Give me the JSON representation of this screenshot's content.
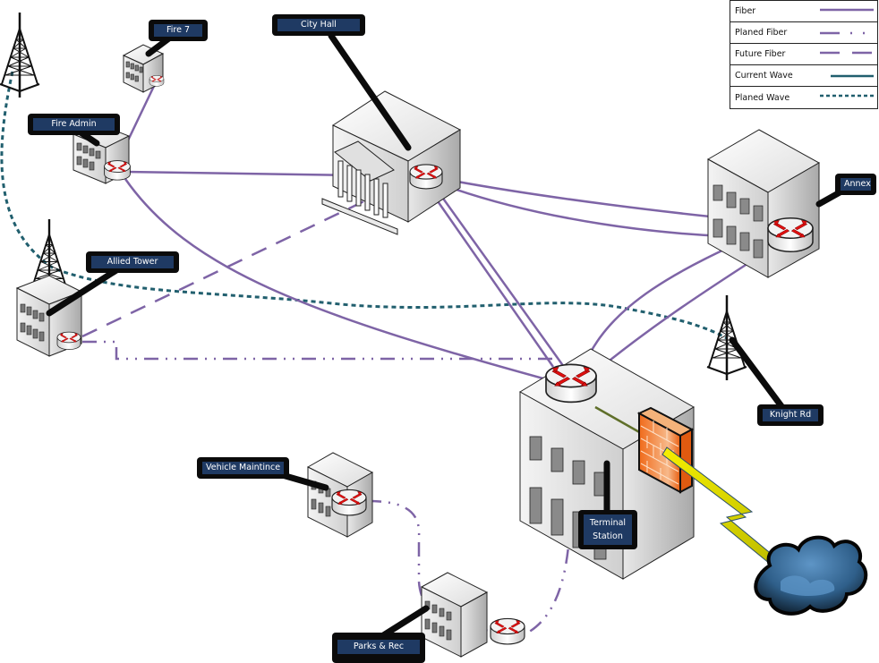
{
  "diagram": {
    "title": "City network topology",
    "colors": {
      "fiber": "#7e64a6",
      "wave": "#215f6e",
      "label_bg": "#1f3a63",
      "label_border": "#0b0b0b",
      "firewall": "#f07a2a",
      "lightning": "#f2ec00",
      "cloud": "#3b6f9c",
      "router_arrow": "#e01010"
    },
    "nodes": [
      {
        "id": "fire7",
        "label": "Fire 7",
        "type": "building-small"
      },
      {
        "id": "fire_admin",
        "label": "Fire Admin",
        "type": "building"
      },
      {
        "id": "city_hall",
        "label": "City Hall",
        "type": "government-building"
      },
      {
        "id": "annex",
        "label": "Annex",
        "type": "building-large"
      },
      {
        "id": "allied_tower",
        "label": "Allied Tower",
        "type": "building-with-tower"
      },
      {
        "id": "knight_rd",
        "label": "Knight Rd",
        "type": "radio-tower"
      },
      {
        "id": "terminal_station",
        "label": "Terminal\nStation",
        "type": "building-large-with-firewall"
      },
      {
        "id": "vehicle_maint",
        "label": "Vehicle Maintince",
        "type": "building"
      },
      {
        "id": "parks_rec",
        "label": "Parks & Rec",
        "type": "building"
      },
      {
        "id": "remote_tower",
        "label": "",
        "type": "radio-tower"
      },
      {
        "id": "internet",
        "label": "",
        "type": "cloud"
      }
    ],
    "links": [
      {
        "from": "fire7",
        "to": "fire_admin",
        "type": "Fiber"
      },
      {
        "from": "fire_admin",
        "to": "city_hall",
        "type": "Fiber"
      },
      {
        "from": "fire_admin",
        "to": "terminal_station",
        "type": "Fiber"
      },
      {
        "from": "city_hall",
        "to": "annex",
        "type": "Fiber"
      },
      {
        "from": "city_hall",
        "to": "annex",
        "type": "Fiber"
      },
      {
        "from": "city_hall",
        "to": "terminal_station",
        "type": "Fiber"
      },
      {
        "from": "city_hall",
        "to": "terminal_station",
        "type": "Fiber"
      },
      {
        "from": "annex",
        "to": "terminal_station",
        "type": "Fiber"
      },
      {
        "from": "annex",
        "to": "terminal_station",
        "type": "Fiber"
      },
      {
        "from": "allied_tower",
        "to": "city_hall",
        "type": "Future Fiber"
      },
      {
        "from": "allied_tower",
        "to": "terminal_station",
        "type": "Planed Fiber"
      },
      {
        "from": "terminal_station",
        "to": "parks_rec",
        "type": "Planed Fiber"
      },
      {
        "from": "vehicle_maint",
        "to": "parks_rec",
        "type": "Planed Fiber"
      },
      {
        "from": "remote_tower",
        "to": "knight_rd",
        "type": "Planed Wave"
      },
      {
        "from": "terminal_station",
        "to": "internet",
        "type": "WAN"
      }
    ]
  },
  "legend": {
    "items": [
      {
        "label": "Fiber",
        "style": "solid",
        "color": "#7e64a6"
      },
      {
        "label": "Planed Fiber",
        "style": "dash-dot-dot",
        "color": "#7e64a6"
      },
      {
        "label": "Future Fiber",
        "style": "long-dash",
        "color": "#7e64a6"
      },
      {
        "label": "Current Wave",
        "style": "solid",
        "color": "#215f6e"
      },
      {
        "label": "Planed Wave",
        "style": "dotted",
        "color": "#215f6e"
      }
    ]
  },
  "labels": {
    "fire7": "Fire 7",
    "fire_admin": "Fire Admin",
    "city_hall": "City Hall",
    "annex": "Annex",
    "allied_tower": "Allied Tower",
    "knight_rd": "Knight Rd",
    "terminal_station_1": "Terminal",
    "terminal_station_2": "Station",
    "vehicle_maint": "Vehicle Maintince",
    "parks_rec": "Parks & Rec"
  }
}
